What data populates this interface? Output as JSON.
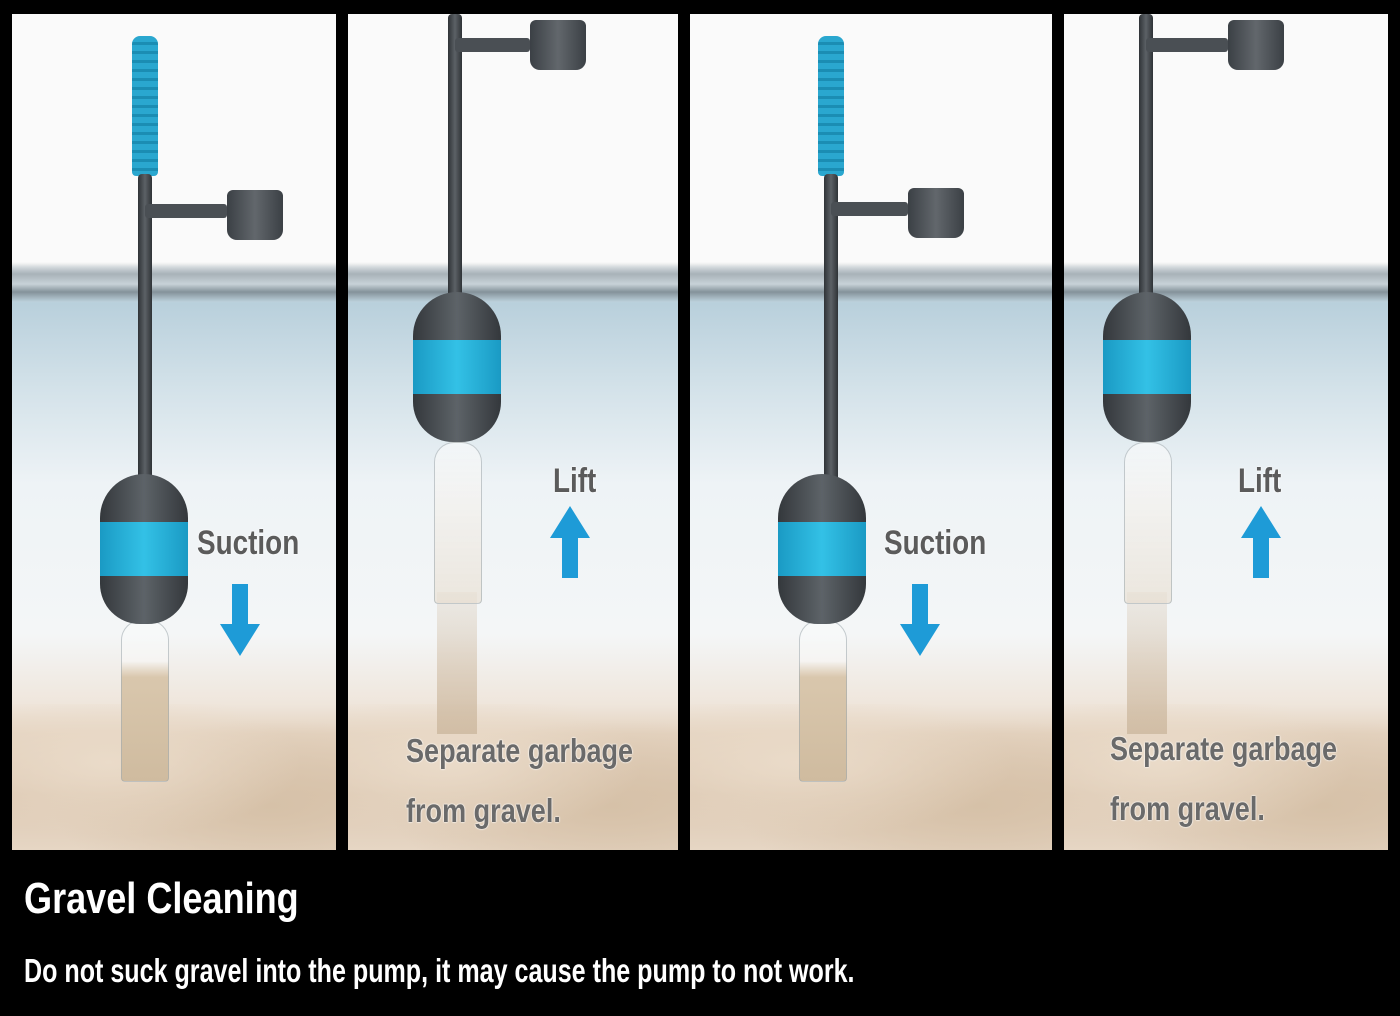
{
  "panels": [
    {
      "label": "Suction",
      "arrow": "down"
    },
    {
      "label": "Lift",
      "arrow": "up",
      "caption_line1": "Separate  garbage",
      "caption_line2": "from gravel."
    },
    {
      "label": "Suction",
      "arrow": "down"
    },
    {
      "label": "Lift",
      "arrow": "up",
      "caption_line1": "Separate  garbage",
      "caption_line2": "from gravel."
    }
  ],
  "title": "Gravel Cleaning",
  "note": "Do not suck gravel into the pump, it may cause the pump to not work.",
  "colors": {
    "accent": "#1e9bd7",
    "pump_body": "#4a4f54",
    "label_text": "#5b5b5b"
  }
}
